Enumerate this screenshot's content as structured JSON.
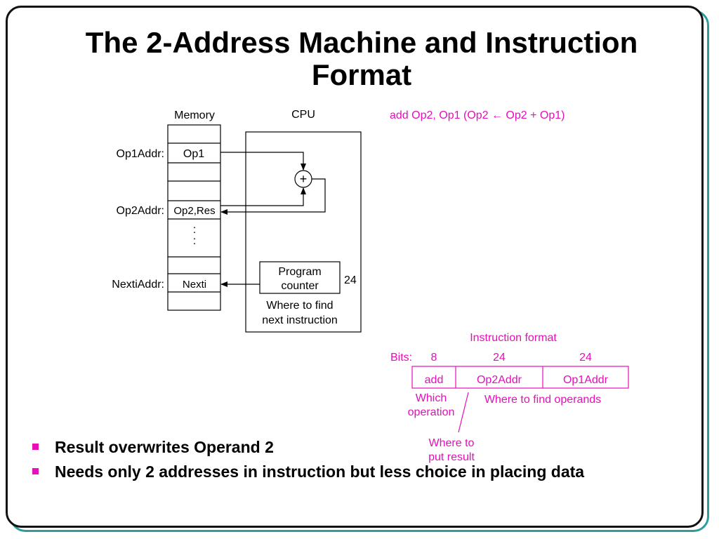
{
  "slide": {
    "title": "The 2-Address Machine and Instruction Format"
  },
  "diagram": {
    "memory_label": "Memory",
    "cpu_label": "CPU",
    "op1addr_label": "Op1Addr:",
    "op2addr_label": "Op2Addr:",
    "nextiaddr_label": "NextiAddr:",
    "cell_op1": "Op1",
    "cell_op2res": "Op2,Res",
    "cell_nexti": "Nexti",
    "vdots": ":",
    "adder_symbol": "+",
    "pc_line1": "Program",
    "pc_line2": "counter",
    "pc_bits": "24",
    "where_next_line1": "Where to find",
    "where_next_line2": "next instruction",
    "instruction_text": "add  Op2, Op1  (Op2 ← Op2 + Op1)"
  },
  "format": {
    "title": "Instruction format",
    "bits_label": "Bits:",
    "bits": [
      "8",
      "24",
      "24"
    ],
    "fields": [
      "add",
      "Op2Addr",
      "Op1Addr"
    ],
    "which_line1": "Which",
    "which_line2": "operation",
    "where_operands": "Where to find operands",
    "where_result_line1": "Where to",
    "where_result_line2": "put result"
  },
  "bullets": [
    "Result overwrites Operand 2",
    "Needs only 2 addresses in instruction but less choice in placing data"
  ],
  "colors": {
    "accent_magenta": "#e60fb8",
    "frame_teal": "#2e9c9c"
  }
}
